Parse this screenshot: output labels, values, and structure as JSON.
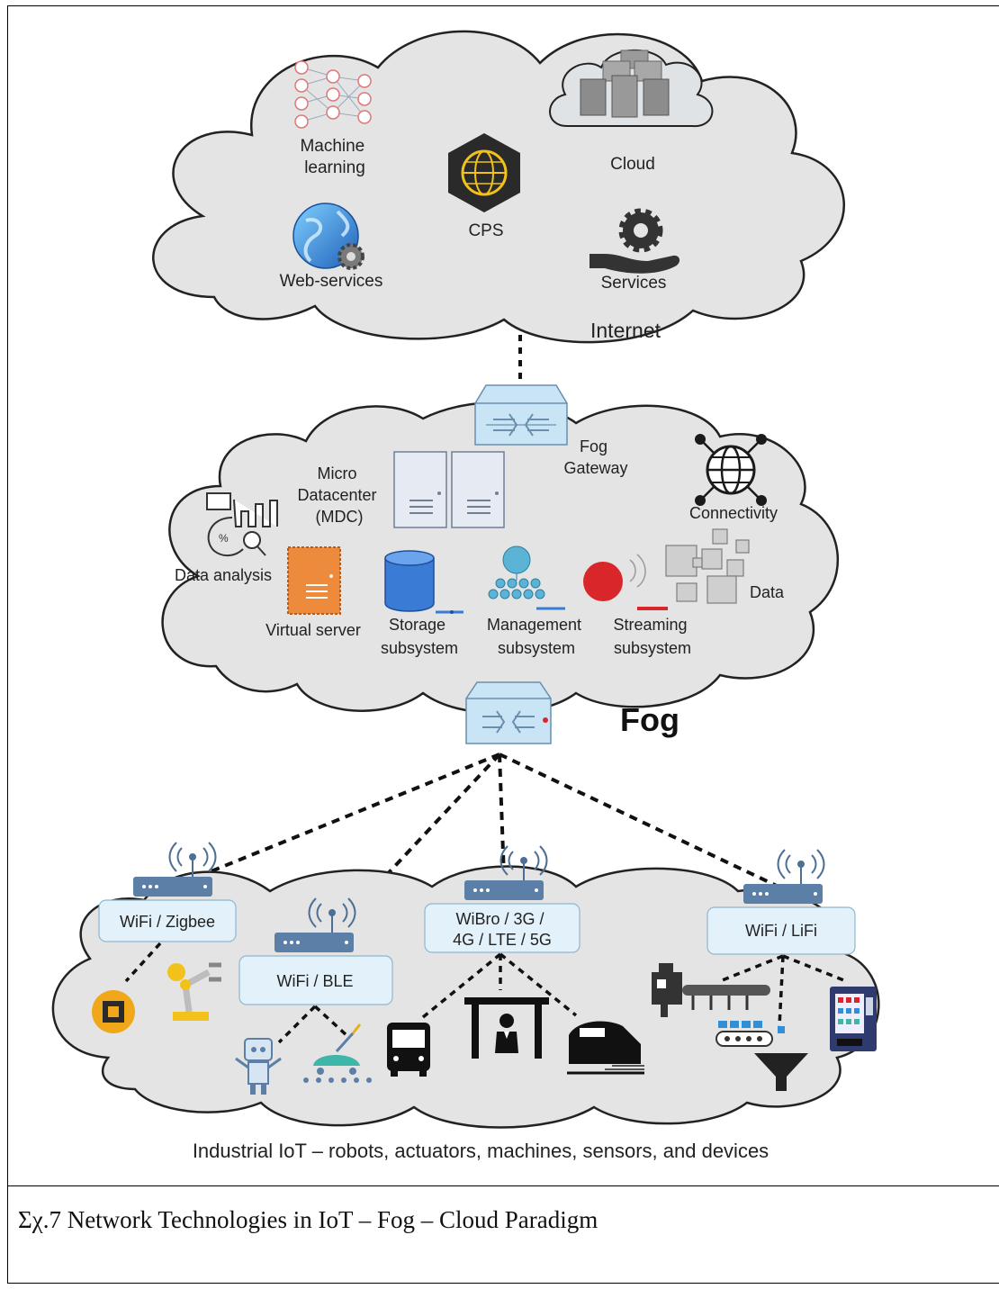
{
  "internet": {
    "title": "Internet",
    "items": {
      "machine_learning": [
        "Machine",
        "learning"
      ],
      "cps": "CPS",
      "cloud": "Cloud",
      "web_services": "Web-services",
      "services": "Services"
    }
  },
  "fog": {
    "title": "Fog",
    "gateway": [
      "Fog",
      "Gateway"
    ],
    "mdc": [
      "Micro",
      "Datacenter",
      "(MDC)"
    ],
    "connectivity": "Connectivity",
    "data_analysis": "Data analysis",
    "virtual_server": "Virtual server",
    "storage": [
      "Storage",
      "subsystem"
    ],
    "management": [
      "Management",
      "subsystem"
    ],
    "streaming": [
      "Streaming",
      "subsystem"
    ],
    "data": "Data"
  },
  "iot": {
    "routers": {
      "wifi_zigbee": "WiFi / Zigbee",
      "wifi_ble": "WiFi / BLE",
      "wibro": [
        "WiBro / 3G /",
        "4G / LTE / 5G"
      ],
      "wifi_lifi": "WiFi / LiFi"
    },
    "caption": "Industrial IoT – robots, actuators, machines, sensors, and devices"
  },
  "figure_caption": "Σχ.7  Network Technologies in IoT – Fog – Cloud Paradigm",
  "colors": {
    "cloud_fill": "#e4e4e4",
    "router_blue": "#5b7fa6",
    "label_box": "#e3f1fa",
    "accent_orange": "#ee8a3c",
    "accent_red": "#d8262a"
  }
}
